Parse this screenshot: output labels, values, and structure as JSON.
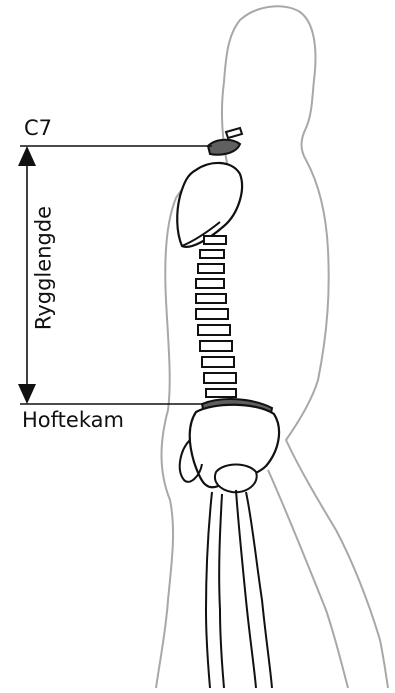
{
  "labels": {
    "top_landmark": "C7",
    "bottom_landmark": "Hoftekam",
    "measurement": "Rygglengde"
  },
  "colors": {
    "outline": "#a8a8a8",
    "bone_stroke": "#111111",
    "highlight": "#5f5f5f",
    "text": "#111111"
  },
  "icons": {
    "top_arrow": "triangle-up-icon",
    "bottom_arrow": "triangle-down-icon"
  }
}
